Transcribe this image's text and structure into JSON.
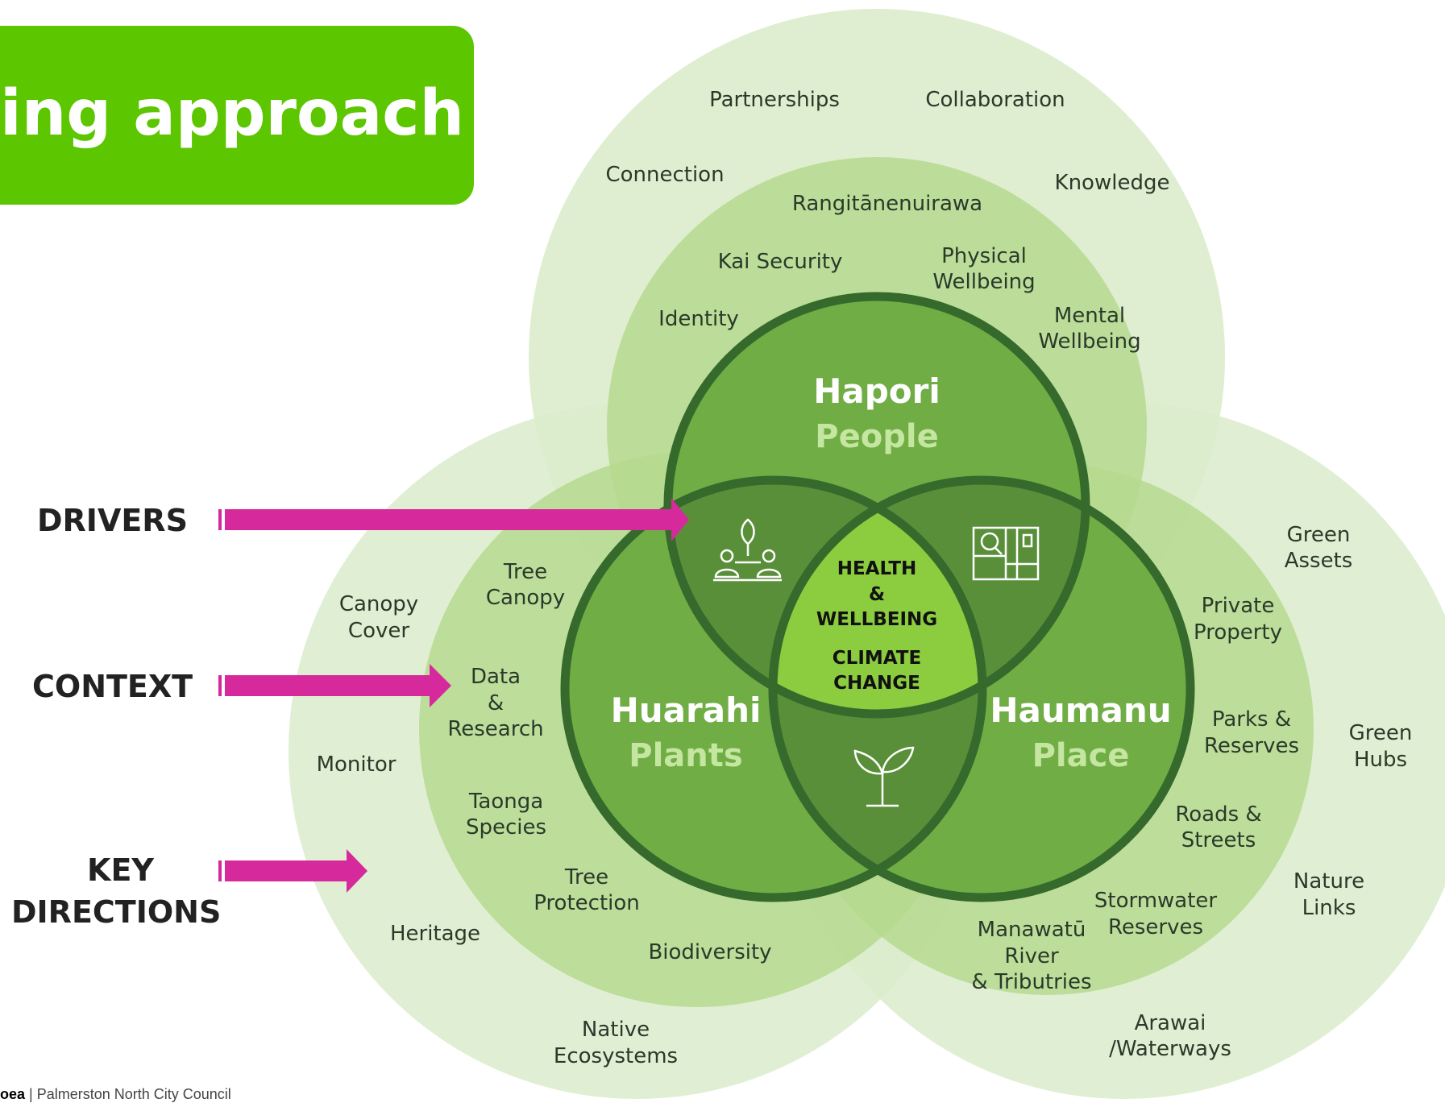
{
  "banner": {
    "title": "ing approach"
  },
  "side_labels": {
    "drivers": "DRIVERS",
    "context": "CONTEXT",
    "key_directions_1": "KEY",
    "key_directions_2": "DIRECTIONS"
  },
  "footer": {
    "brand": "oea",
    "org": " | Palmerston North City Council"
  },
  "colors": {
    "banner": "#5cc600",
    "arrow": "#d6299b",
    "ring_outer": "#dbeccb",
    "ring_mid": "#b4d98e",
    "core": "#70ad45",
    "core_stroke": "#356a2c",
    "center": "#8ccc3f"
  },
  "core": {
    "people": {
      "maori": "Hapori",
      "english": "People"
    },
    "plants": {
      "maori": "Huarahi",
      "english": "Plants"
    },
    "place": {
      "maori": "Haumanu",
      "english": "Place"
    }
  },
  "center": [
    "HEALTH",
    "&",
    "WELLBEING",
    "CLIMATE",
    "CHANGE"
  ],
  "icons": {
    "people_plants": "people-network-icon",
    "people_place": "map-plan-icon",
    "plants_place": "seedling-icon"
  },
  "people_outer": {
    "partnerships": "Partnerships",
    "collaboration": "Collaboration",
    "connection": "Connection",
    "knowledge": "Knowledge"
  },
  "people_mid": {
    "rangitane": "Rangitānenuirawa",
    "kai_security": "Kai Security",
    "physical_wellbeing_1": "Physical",
    "physical_wellbeing_2": "Wellbeing",
    "identity": "Identity",
    "mental_wellbeing_1": "Mental",
    "mental_wellbeing_2": "Wellbeing"
  },
  "plants_outer": {
    "canopy_cover_1": "Canopy",
    "canopy_cover_2": "Cover",
    "monitor": "Monitor",
    "heritage": "Heritage",
    "native_ecosystems_1": "Native",
    "native_ecosystems_2": "Ecosystems"
  },
  "plants_mid": {
    "tree_canopy_1": "Tree",
    "tree_canopy_2": "Canopy",
    "data_research_1": "Data",
    "data_research_2": "&",
    "data_research_3": "Research",
    "taonga_species_1": "Taonga",
    "taonga_species_2": "Species",
    "tree_protection_1": "Tree",
    "tree_protection_2": "Protection",
    "biodiversity": "Biodiversity"
  },
  "place_outer": {
    "green_assets_1": "Green",
    "green_assets_2": "Assets",
    "green_hubs_1": "Green",
    "green_hubs_2": "Hubs",
    "nature_links_1": "Nature",
    "nature_links_2": "Links",
    "arawai_1": "Arawai",
    "arawai_2": "/Waterways"
  },
  "place_mid": {
    "private_property_1": "Private",
    "private_property_2": "Property",
    "parks_reserves_1": "Parks &",
    "parks_reserves_2": "Reserves",
    "roads_streets_1": "Roads &",
    "roads_streets_2": "Streets",
    "stormwater_1": "Stormwater",
    "stormwater_2": "Reserves",
    "manawatu_1": "Manawatū",
    "manawatu_2": "River",
    "manawatu_3": "& Tributries"
  }
}
